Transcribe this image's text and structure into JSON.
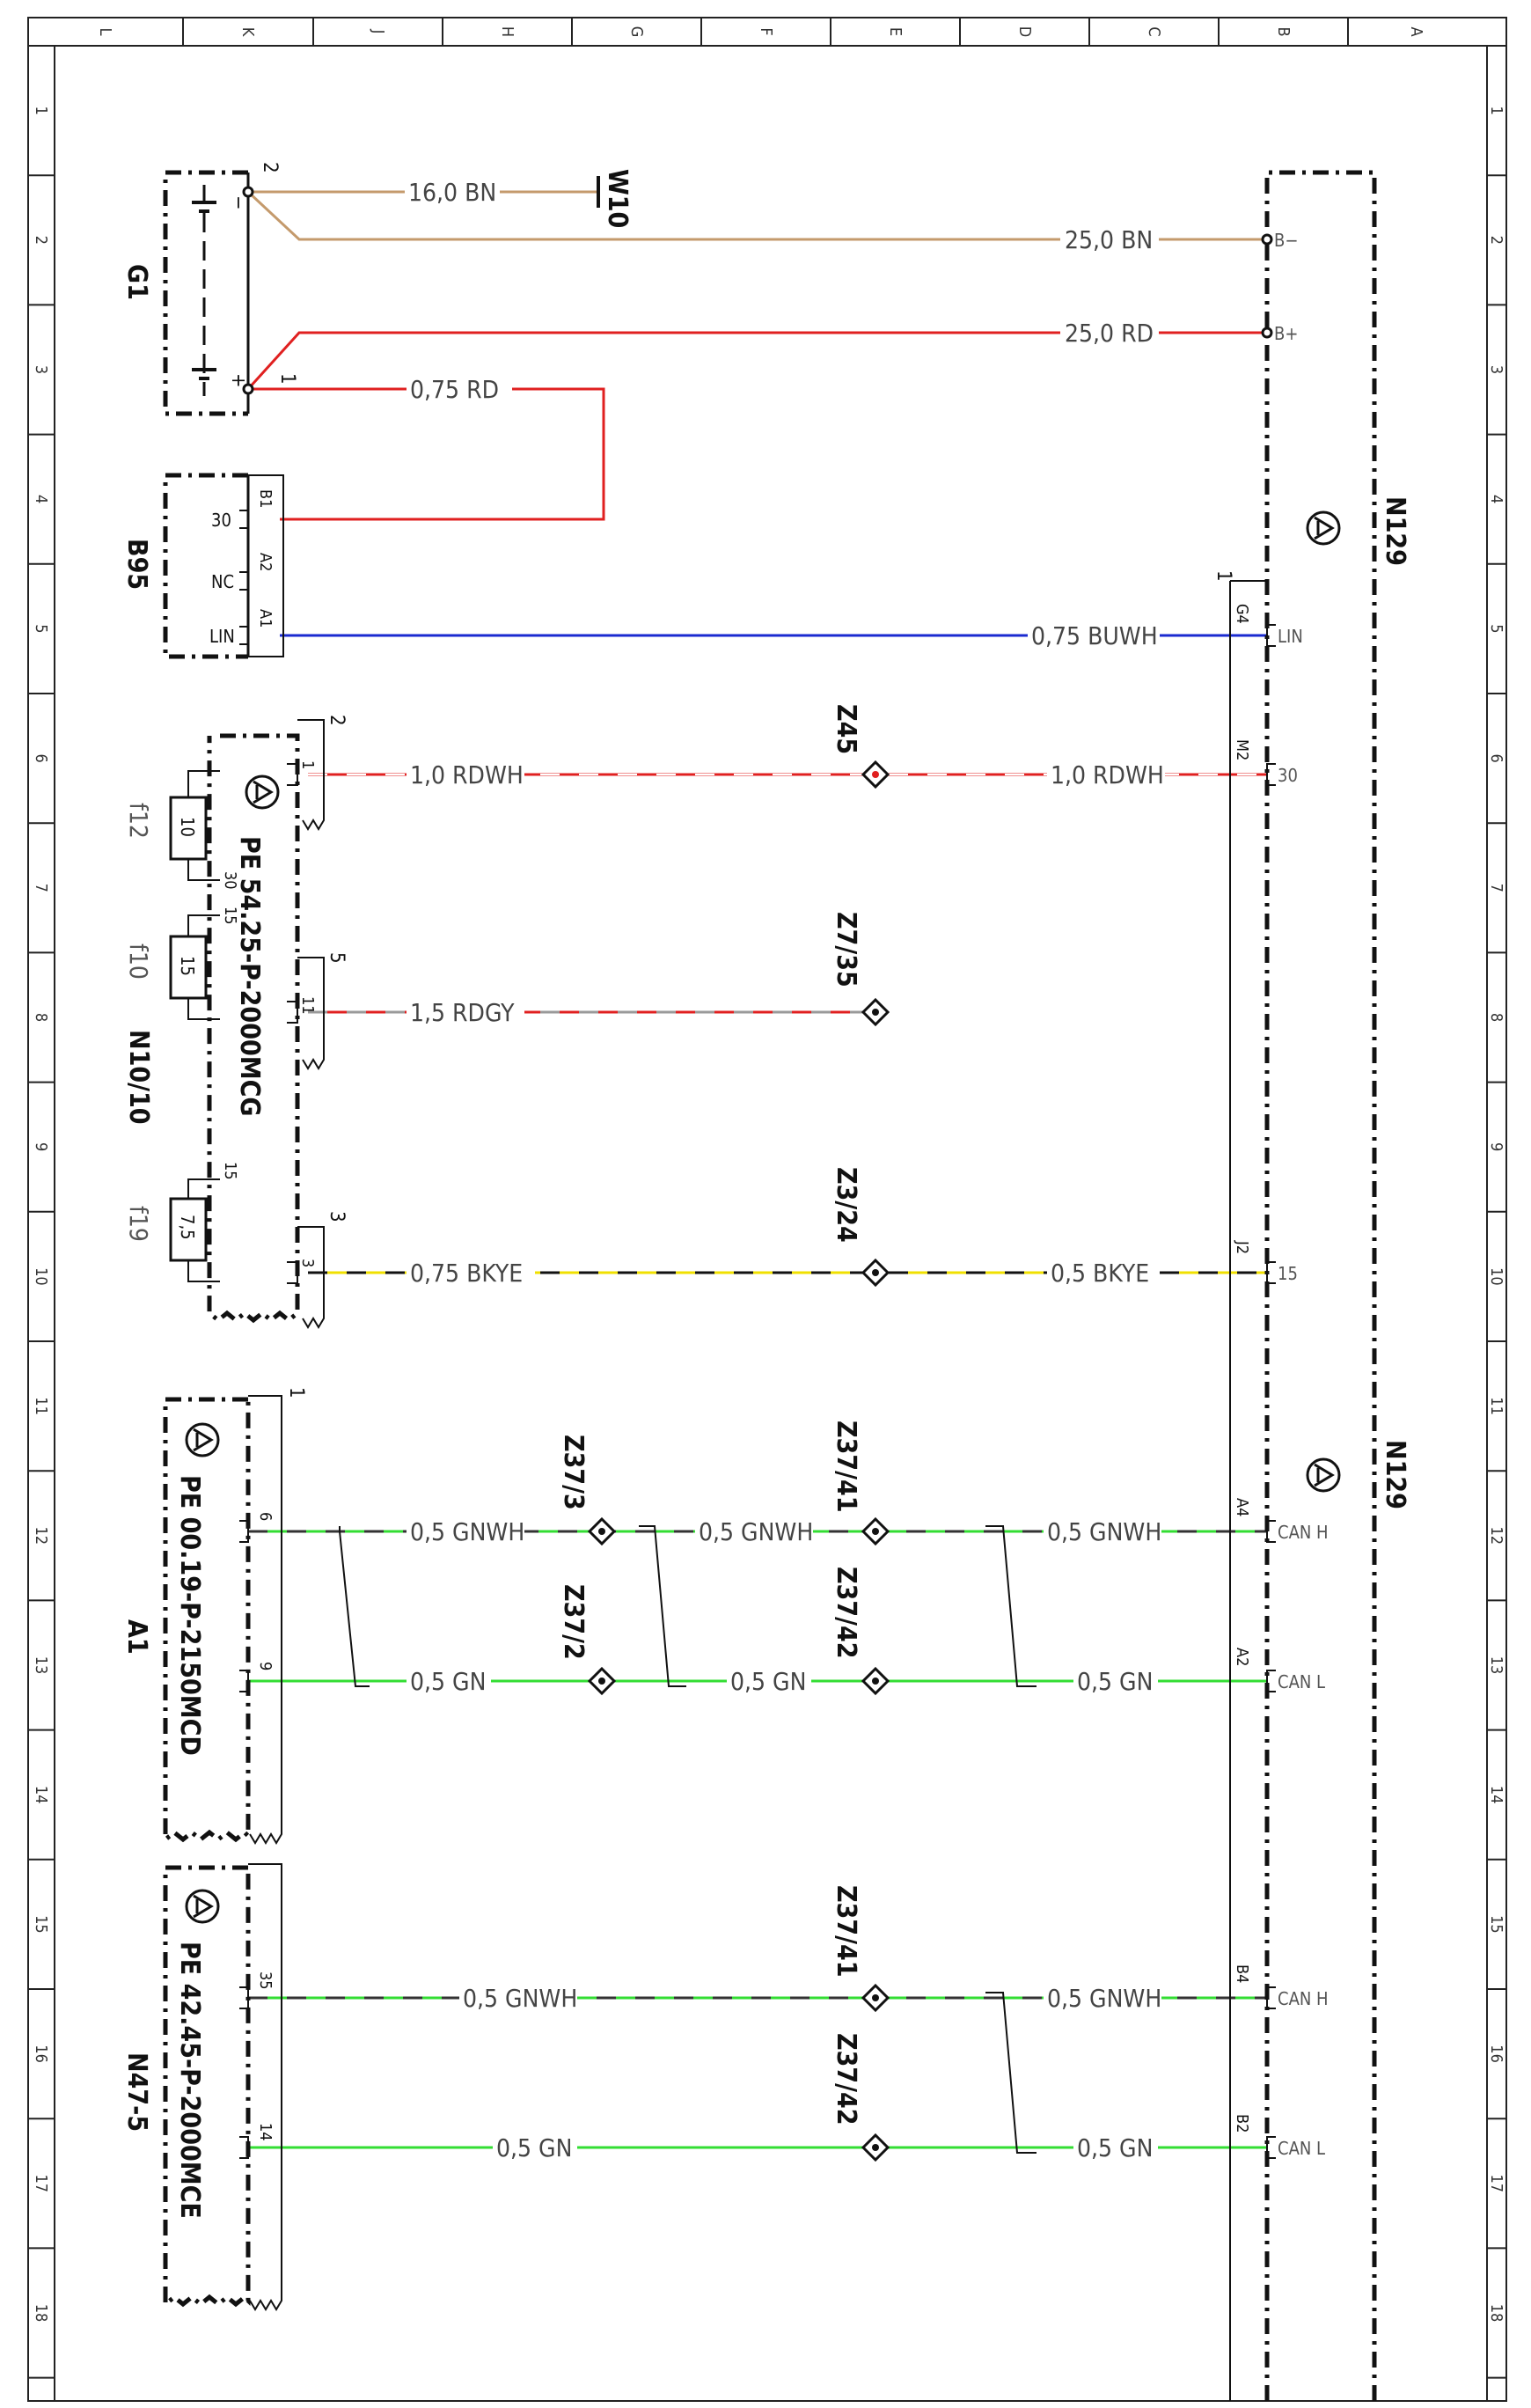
{
  "frame": {
    "top_columns": [
      "L",
      "K",
      "J",
      "H",
      "G",
      "F",
      "E",
      "D",
      "C",
      "B",
      "A"
    ],
    "rows": [
      "1",
      "2",
      "3",
      "4",
      "5",
      "6",
      "7",
      "8",
      "9",
      "10",
      "11",
      "12",
      "13",
      "14",
      "15",
      "16",
      "17",
      "18"
    ]
  },
  "components": {
    "g1": {
      "label": "G1",
      "pin_top": "2",
      "pin_bottom": "1",
      "minus": "−",
      "plus": "+"
    },
    "w10": {
      "label": "W10"
    },
    "b95": {
      "label": "B95",
      "pins": [
        "30",
        "NC",
        "LIN"
      ],
      "pin_ids": [
        "B1",
        "A2",
        "A1"
      ]
    },
    "n10": {
      "label": "N10/10",
      "ref": "PE 54.25-P-2000MCG",
      "fuses": [
        {
          "name": "f12",
          "value": "10"
        },
        {
          "name": "f10",
          "value": "15"
        },
        {
          "name": "f19",
          "value": "7,5"
        }
      ],
      "pins": [
        "1",
        "11",
        "3"
      ],
      "connector_nums": [
        "2",
        "5",
        "3"
      ],
      "fuse_pins": [
        "30",
        "15",
        "15"
      ]
    },
    "a1": {
      "label": "A1",
      "ref": "PE 00.19-P-2150MCD",
      "pins": [
        "6",
        "9"
      ],
      "connector_num": "1"
    },
    "n47": {
      "label": "N47-5",
      "ref": "PE 42.45-P-2000MCE",
      "pins": [
        "35",
        "14"
      ]
    },
    "n129": {
      "label": "N129",
      "connector_num": "1",
      "pins": [
        {
          "id": "",
          "label": "B−"
        },
        {
          "id": "",
          "label": "B+"
        },
        {
          "id": "G4",
          "label": "LIN"
        },
        {
          "id": "M2",
          "label": "30"
        },
        {
          "id": "J2",
          "label": "15"
        },
        {
          "id": "A4",
          "label": "CAN H"
        },
        {
          "id": "A2",
          "label": "CAN L"
        },
        {
          "id": "B4",
          "label": "CAN H"
        },
        {
          "id": "B2",
          "label": "CAN L"
        }
      ]
    }
  },
  "wires": [
    {
      "label": "16,0 BN"
    },
    {
      "label": "25,0 BN"
    },
    {
      "label": "25,0 RD"
    },
    {
      "label": "0,75 RD"
    },
    {
      "label": "0,75 BUWH"
    },
    {
      "label": "1,0 RDWH"
    },
    {
      "label": "1,0 RDWH"
    },
    {
      "label": "1,5 RDGY"
    },
    {
      "label": "0,75 BKYE"
    },
    {
      "label": "0,5 BKYE"
    },
    {
      "label": "0,5 GNWH"
    },
    {
      "label": "0,5 GNWH"
    },
    {
      "label": "0,5 GNWH"
    },
    {
      "label": "0,5 GN"
    },
    {
      "label": "0,5 GN"
    },
    {
      "label": "0,5 GN"
    },
    {
      "label": "0,5 GNWH"
    },
    {
      "label": "0,5 GNWH"
    },
    {
      "label": "0,5 GN"
    },
    {
      "label": "0,5 GN"
    }
  ],
  "splices": [
    "Z45",
    "Z7/35",
    "Z3/24",
    "Z37/3",
    "Z37/41",
    "Z37/2",
    "Z37/42",
    "Z37/41",
    "Z37/42"
  ],
  "colors": {
    "brown": "#c49a6c",
    "red": "#e02020",
    "blue": "#1a2ad0",
    "grey": "#9a9a9a",
    "yellow": "#f0e000",
    "green": "#33dd33",
    "black": "#111111"
  }
}
